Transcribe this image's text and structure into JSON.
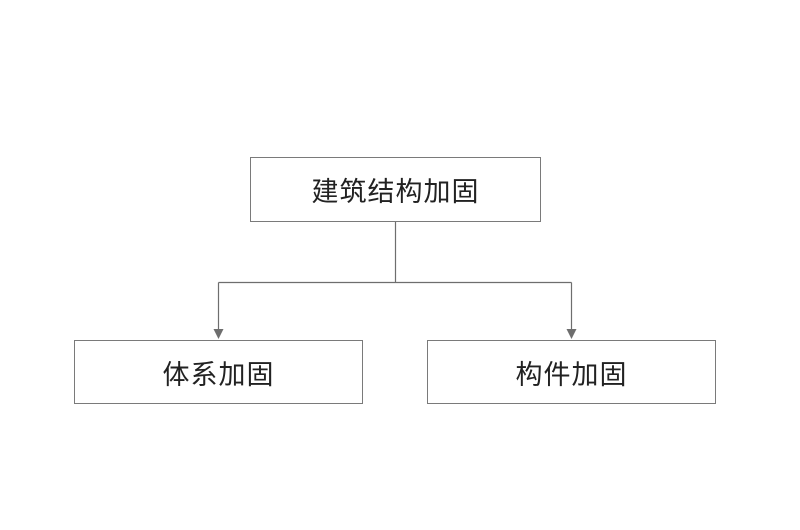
{
  "diagram": {
    "root": {
      "label": "建筑结构加固"
    },
    "children": [
      {
        "label": "体系加固"
      },
      {
        "label": "构件加固"
      }
    ]
  },
  "colors": {
    "border": "#7a7a7a",
    "connector": "#6e6e6e",
    "text": "#222222",
    "background": "#ffffff"
  }
}
